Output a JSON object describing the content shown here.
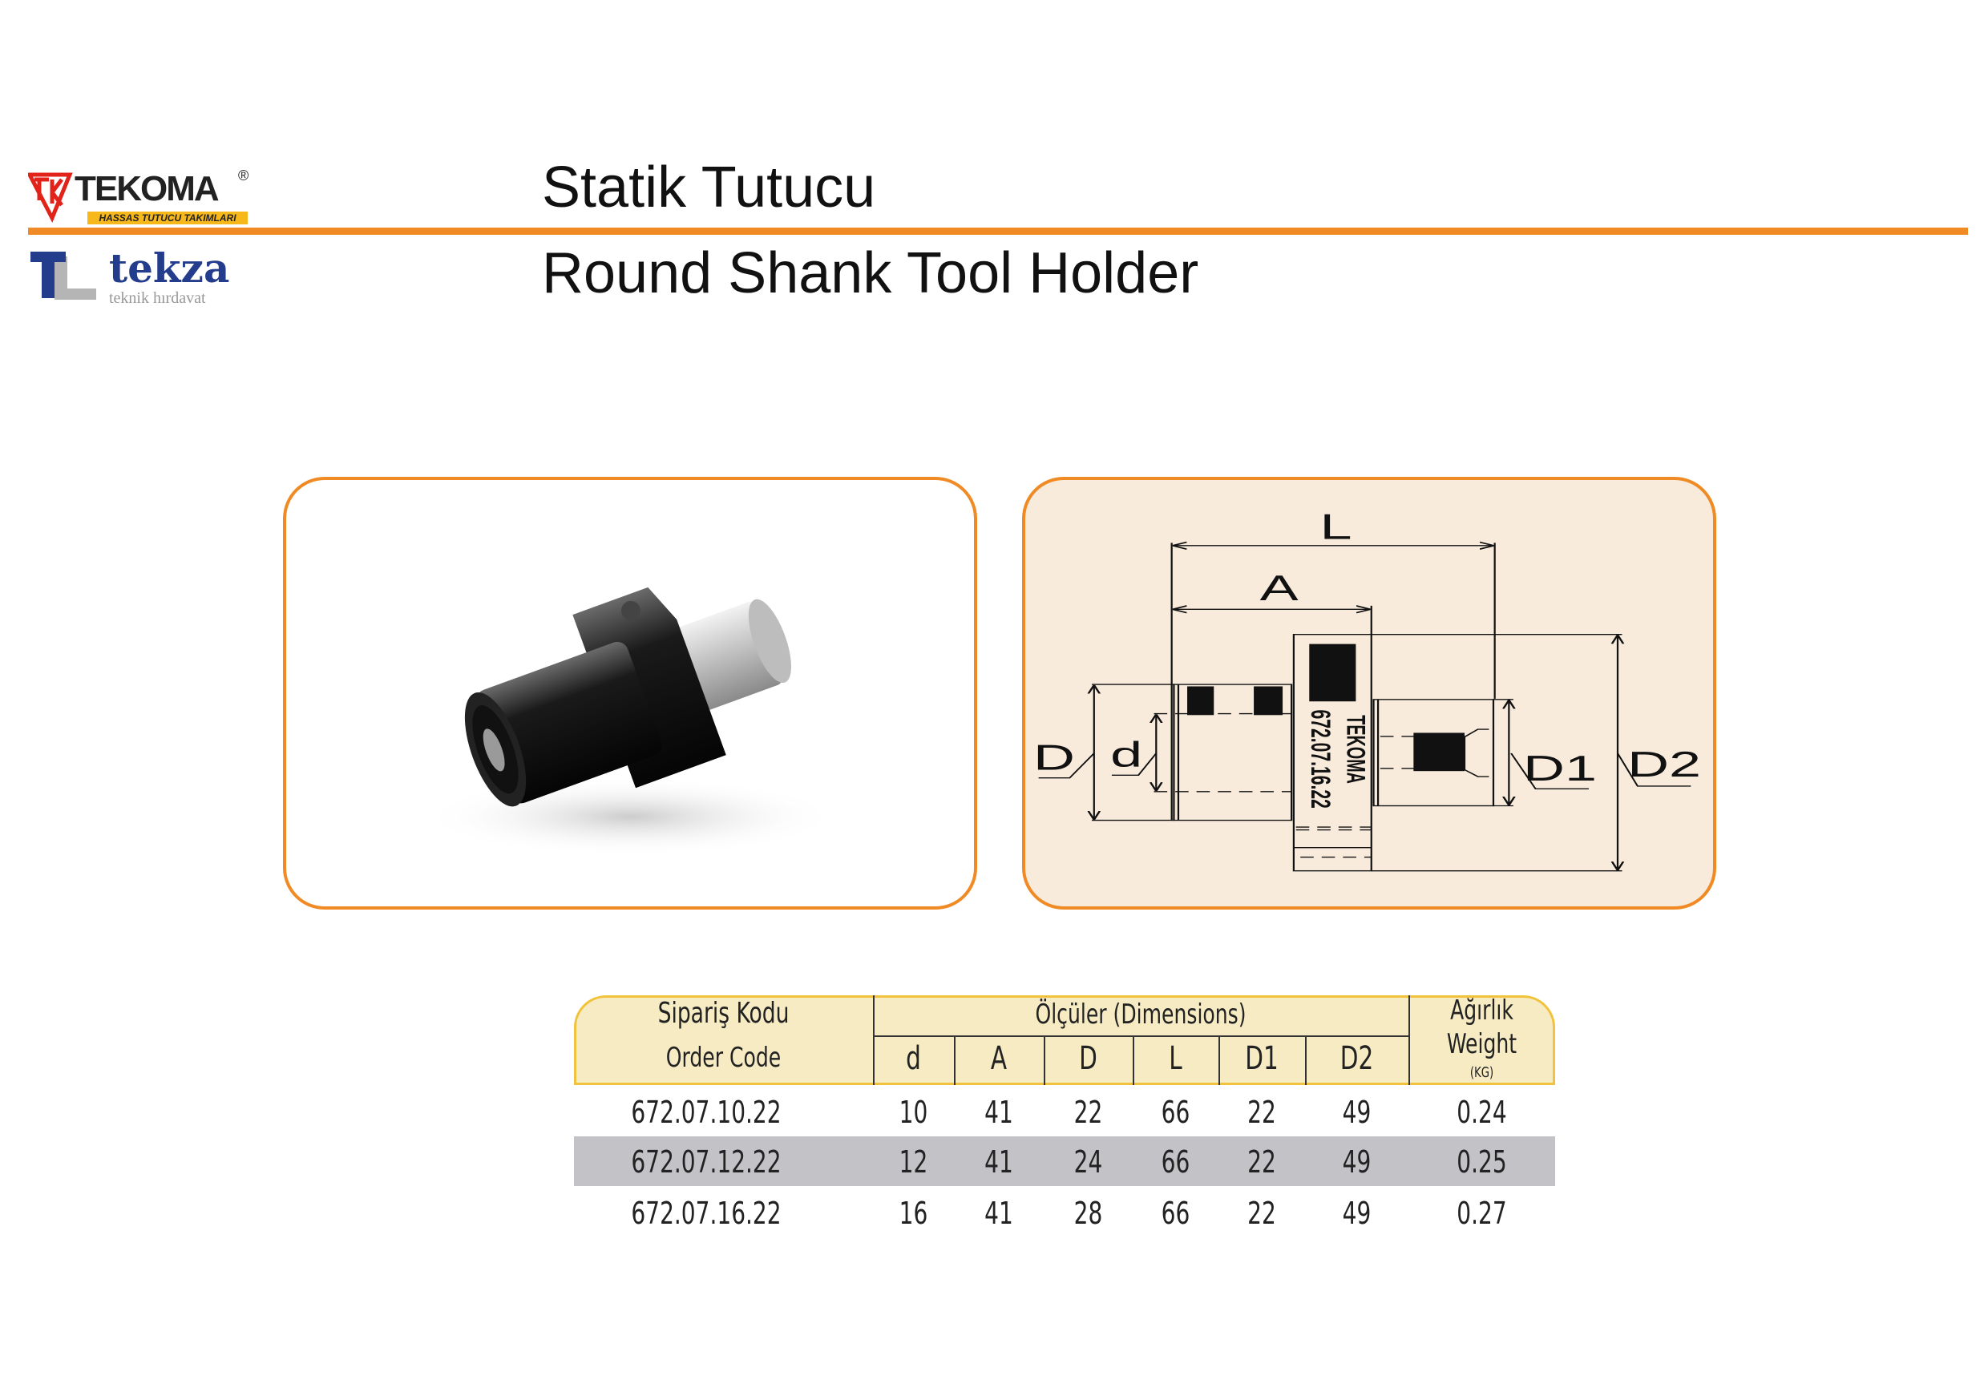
{
  "logos": {
    "tekoma": {
      "name": "TEKOMA",
      "tagline": "HASSAS TUTUCU TAKIMLARI",
      "mark": "®"
    },
    "tekza": {
      "name": "tekza",
      "tagline": "teknik hırdavat"
    }
  },
  "header": {
    "title_tr": "Statik Tutucu",
    "title_en": "Round Shank Tool Holder"
  },
  "colors": {
    "accent": "#f08a24",
    "table_header": "#f6ebc3",
    "table_border": "#f1c33c",
    "row_alt": "#c3c3c7",
    "drawing_bg": "#f8ebdc"
  },
  "drawing": {
    "labels": {
      "L": "L",
      "A": "A",
      "D": "D",
      "d": "d",
      "D1": "D1",
      "D2": "D2"
    },
    "part_marking": "672.07.16.22",
    "brand_marking": "TEKOMA"
  },
  "table": {
    "order_code_tr": "Sipariş Kodu",
    "order_code_en": "Order Code",
    "dimensions_label": "Ölçüler (Dimensions)",
    "weight_tr": "Ağırlık",
    "weight_en": "Weight",
    "weight_unit": "(KG)",
    "columns": [
      "d",
      "A",
      "D",
      "L",
      "D1",
      "D2"
    ],
    "rows": [
      {
        "code": "672.07.10.22",
        "values": [
          "10",
          "41",
          "22",
          "66",
          "22",
          "49"
        ],
        "weight": "0.24"
      },
      {
        "code": "672.07.12.22",
        "values": [
          "12",
          "41",
          "24",
          "66",
          "22",
          "49"
        ],
        "weight": "0.25"
      },
      {
        "code": "672.07.16.22",
        "values": [
          "16",
          "41",
          "28",
          "66",
          "22",
          "49"
        ],
        "weight": "0.27"
      }
    ]
  }
}
